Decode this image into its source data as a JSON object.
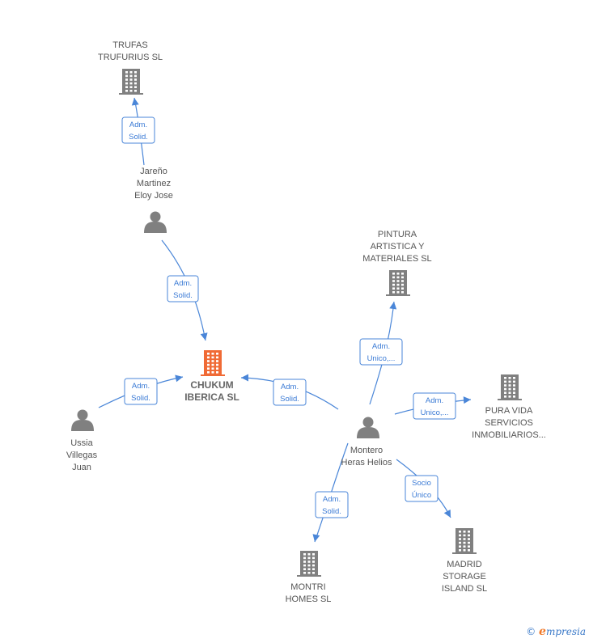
{
  "colors": {
    "company": "#808080",
    "company_main": "#f06a35",
    "person": "#808080",
    "edge": "#4a86d8"
  },
  "nodes": [
    {
      "id": "trufas",
      "kind": "company-icon",
      "lines": [
        "TRUFAS",
        "TRUFURIUS  SL"
      ]
    },
    {
      "id": "jareno",
      "kind": "person-icon",
      "lines": [
        "Jareño",
        "Martinez",
        "Eloy Jose"
      ]
    },
    {
      "id": "chukum",
      "kind": "company-main-icon",
      "lines": [
        "CHUKUM",
        "IBERICA  SL"
      ]
    },
    {
      "id": "ussia",
      "kind": "person-icon",
      "lines": [
        "Ussia",
        "Villegas",
        "Juan"
      ]
    },
    {
      "id": "pintura",
      "kind": "company-icon",
      "lines": [
        "PINTURA",
        "ARTISTICA Y",
        "MATERIALES  SL"
      ]
    },
    {
      "id": "puravida",
      "kind": "company-icon",
      "lines": [
        "PURA VIDA",
        "SERVICIOS",
        "INMOBILIARIOS..."
      ]
    },
    {
      "id": "montero",
      "kind": "person-icon",
      "lines": [
        "Montero",
        "Heras Helios"
      ]
    },
    {
      "id": "montri",
      "kind": "company-icon",
      "lines": [
        "MONTRI",
        "HOMES  SL"
      ]
    },
    {
      "id": "madrid",
      "kind": "company-icon",
      "lines": [
        "MADRID",
        "STORAGE",
        "ISLAND  SL"
      ]
    }
  ],
  "edges": [
    {
      "id": "jareno-trufas",
      "lines": [
        "Adm.",
        "Solid."
      ]
    },
    {
      "id": "jareno-chukum",
      "lines": [
        "Adm.",
        "Solid."
      ]
    },
    {
      "id": "ussia-chukum",
      "lines": [
        "Adm.",
        "Solid."
      ]
    },
    {
      "id": "montero-chukum",
      "lines": [
        "Adm.",
        "Solid."
      ]
    },
    {
      "id": "montero-pintura",
      "lines": [
        "Adm.",
        "Unico,..."
      ]
    },
    {
      "id": "montero-puravida",
      "lines": [
        "Adm.",
        "Unico,..."
      ]
    },
    {
      "id": "montero-montri",
      "lines": [
        "Adm.",
        "Solid."
      ]
    },
    {
      "id": "montero-madrid",
      "lines": [
        "Socio",
        "Único"
      ]
    }
  ],
  "footer": {
    "copyright": "©",
    "brand_e": "e",
    "brand_rest": "mpresia"
  }
}
